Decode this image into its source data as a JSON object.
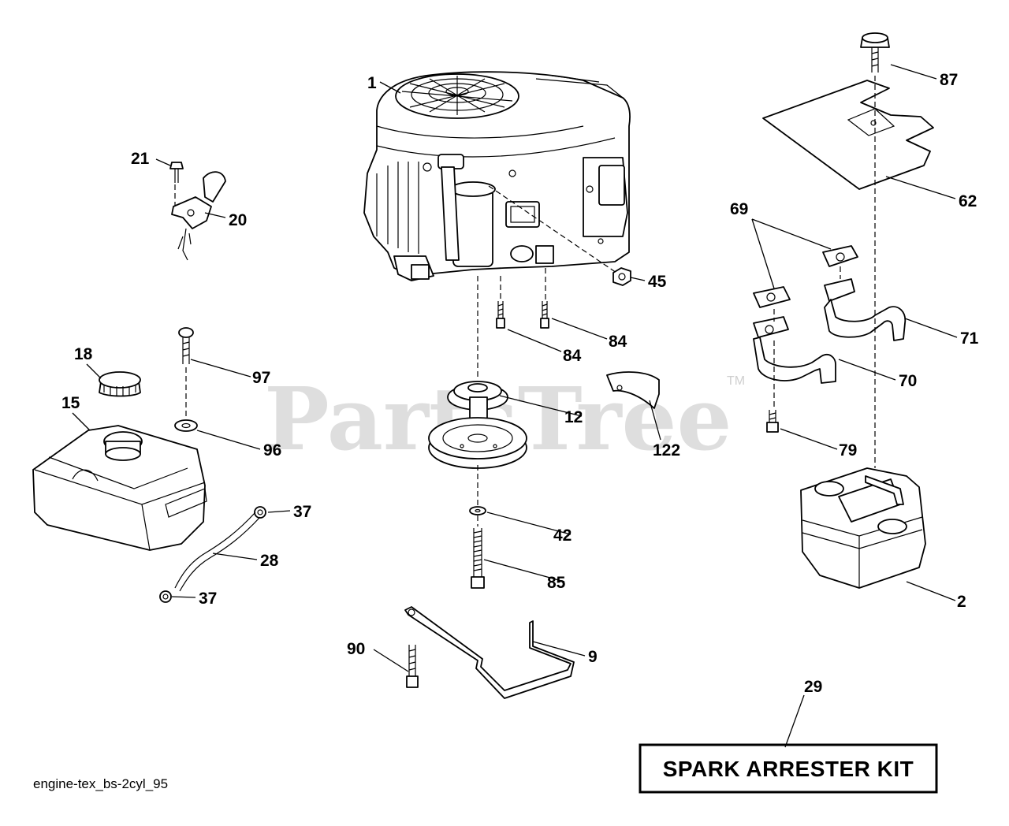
{
  "diagram": {
    "caption": "engine-tex_bs-2cyl_95",
    "watermark": {
      "text": "PartsTree",
      "tm": "TM"
    },
    "kit_label": "SPARK ARRESTER KIT",
    "callouts": {
      "c1": "1",
      "c2": "2",
      "c9": "9",
      "c12": "12",
      "c15": "15",
      "c18": "18",
      "c20": "20",
      "c21": "21",
      "c28": "28",
      "c29": "29",
      "c37a": "37",
      "c37b": "37",
      "c42": "42",
      "c45": "45",
      "c62": "62",
      "c69": "69",
      "c70": "70",
      "c71": "71",
      "c79": "79",
      "c84a": "84",
      "c84b": "84",
      "c85": "85",
      "c87": "87",
      "c90": "90",
      "c96": "96",
      "c97": "97",
      "c122": "122"
    }
  }
}
